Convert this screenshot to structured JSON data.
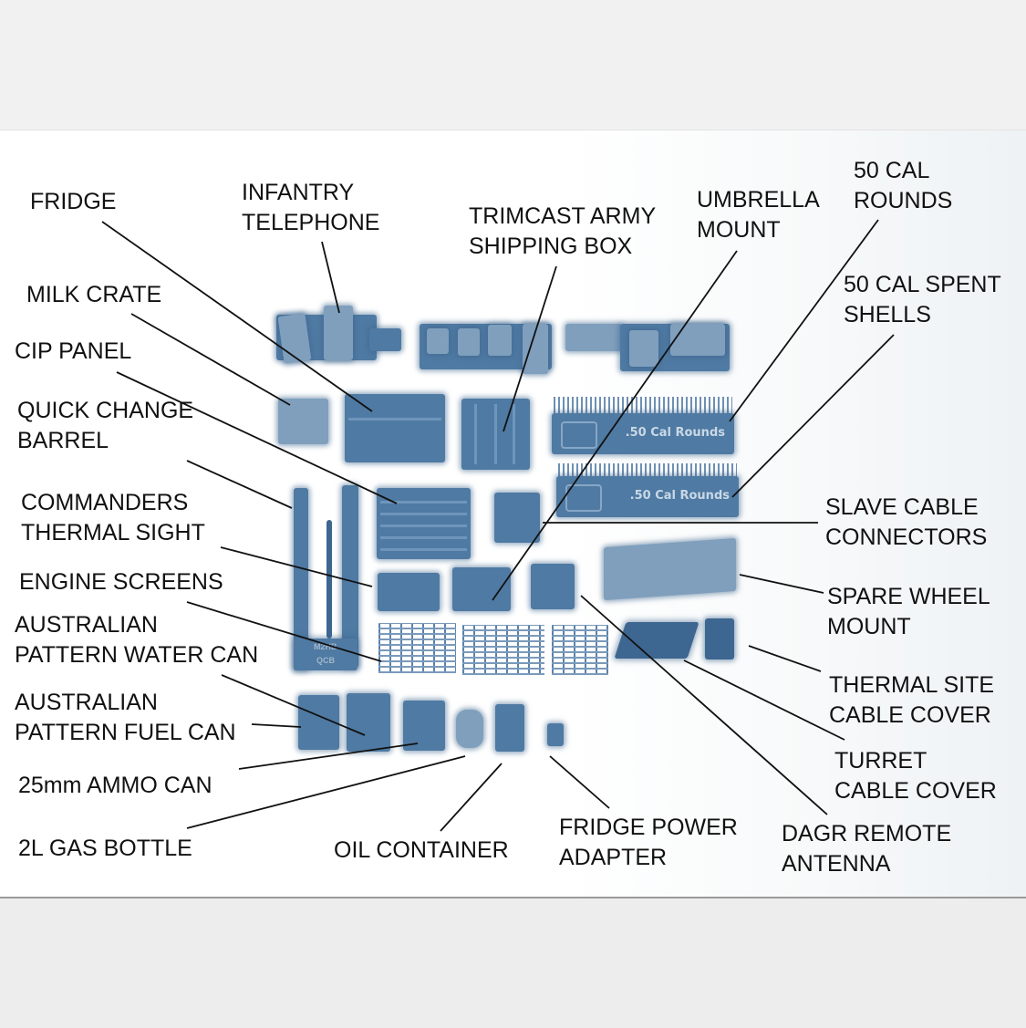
{
  "image": {
    "description": "Labelled product photo of 3D-printed miniature vehicle accessories",
    "colors": {
      "background_band": "#f1f1f1",
      "photo_background": "#ffffff",
      "print_resin": "#4f7aa3",
      "label_text": "#111111",
      "leader_line": "#111111"
    }
  },
  "labels": {
    "fridge": "FRIDGE",
    "infantry_telephone": "INFANTRY\nTELEPHONE",
    "shipping_box": "TRIMCAST ARMY\nSHIPPING BOX",
    "umbrella_mount": "UMBRELLA\nMOUNT",
    "cal50_rounds": "50 CAL\nROUNDS",
    "cal50_spent_shells": "50 CAL SPENT\nSHELLS",
    "milk_crate": "MILK CRATE",
    "cip_panel": "CIP PANEL",
    "quick_change_barrel": "QUICK CHANGE\nBARREL",
    "commanders_thermal_sight": "COMMANDERS\nTHERMAL SIGHT",
    "engine_screens": "ENGINE SCREENS",
    "water_can": "AUSTRALIAN\nPATTERN WATER CAN",
    "fuel_can": "AUSTRALIAN\nPATTERN FUEL CAN",
    "ammo_can": "25mm AMMO CAN",
    "gas_bottle": "2L GAS BOTTLE",
    "oil_container": "OIL CONTAINER",
    "fridge_power_adapter": "FRIDGE POWER\nADAPTER",
    "dagr_remote_antenna": "DAGR REMOTE\nANTENNA",
    "slave_cable_connectors": "SLAVE CABLE\nCONNECTORS",
    "spare_wheel_mount": "SPARE WHEEL\nMOUNT",
    "thermal_site_cable_cover": "THERMAL SITE\nCABLE COVER",
    "turret_cable_cover": "TURRET\nCABLE COVER"
  },
  "engravings": {
    "rounds_tray_1": ".50 Cal Rounds",
    "rounds_tray_2": ".50 Cal Rounds",
    "barrel_stamp_1": "M2HB",
    "barrel_stamp_2": "QCB"
  }
}
